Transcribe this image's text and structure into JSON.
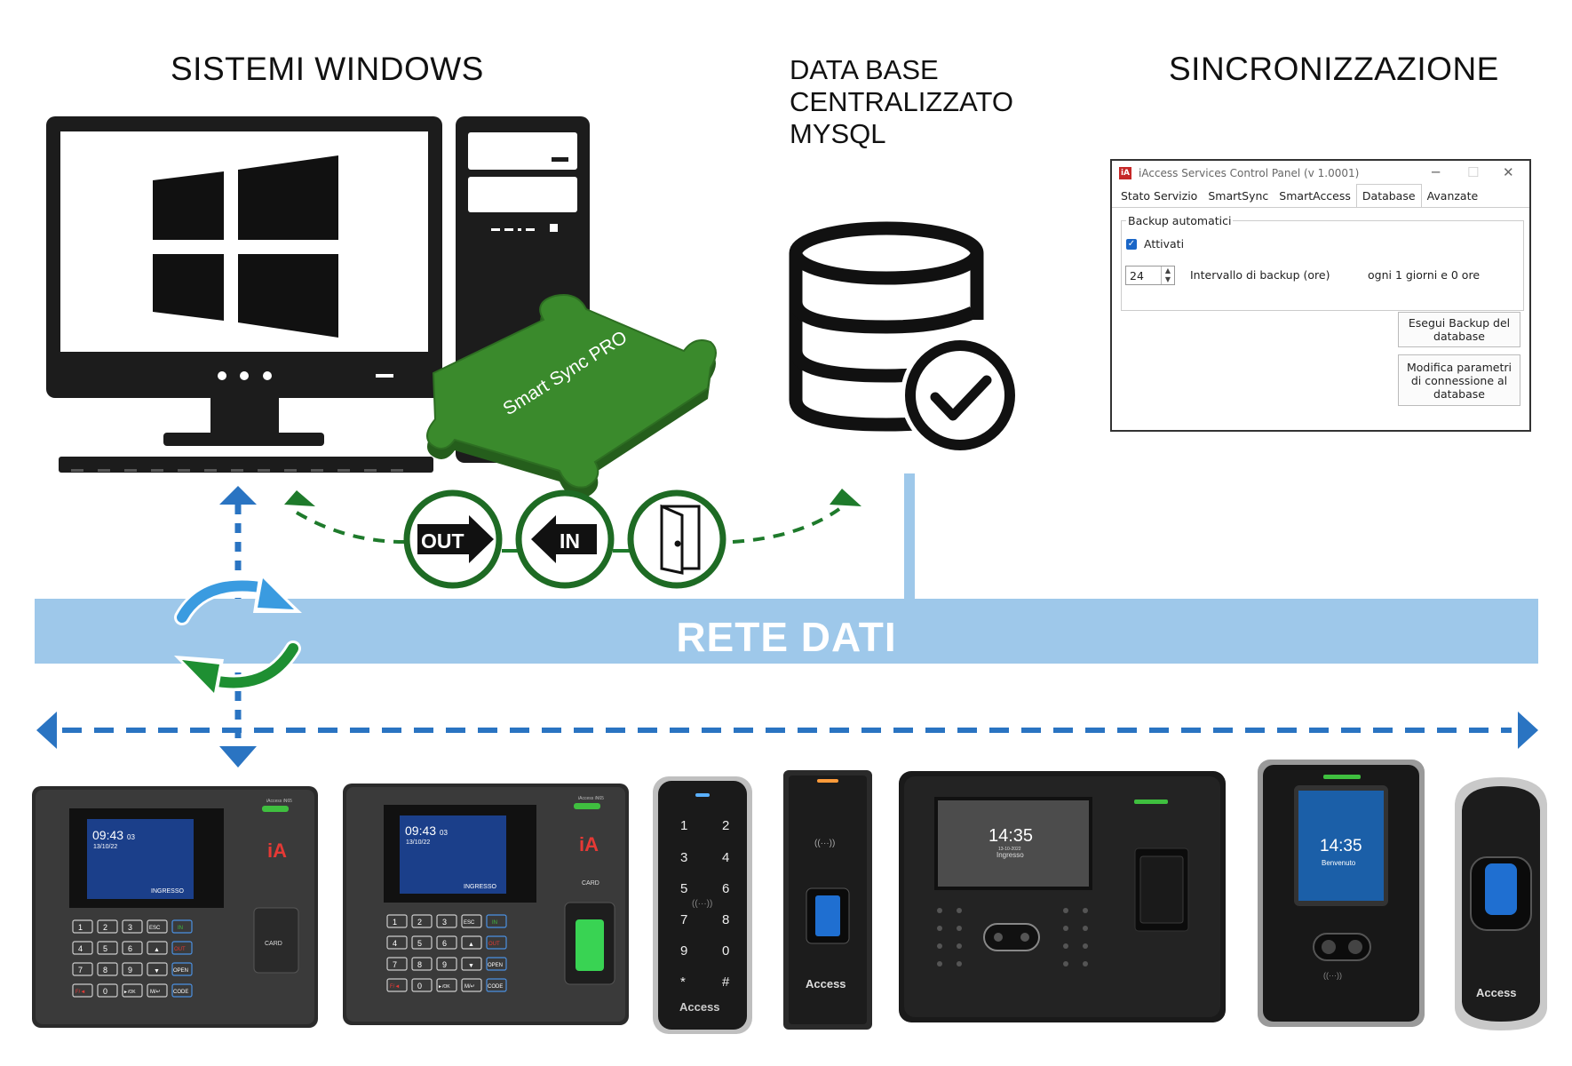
{
  "titles": {
    "windows": "SISTEMI WINDOWS",
    "database_lines": [
      "DATA BASE",
      "CENTRALIZZATO",
      "MYSQL"
    ],
    "sync": "SINCRONIZZAZIONE"
  },
  "puzzle_label": "Smart Sync PRO",
  "event_badges": {
    "out": "OUT",
    "in": "IN"
  },
  "network_label": "RETE DATI",
  "colors": {
    "network_band": "#9ec8ea",
    "blue_arrow": "#2a74c2",
    "green_arrow": "#1e7a2b",
    "puzzle_green": "#3a8a2c",
    "badge_green": "#1e6b24"
  },
  "control_panel": {
    "title": "iAccess Services Control Panel (v 1.0001)",
    "tabs": [
      "Stato Servizio",
      "SmartSync",
      "SmartAccess",
      "Database",
      "Avanzate"
    ],
    "active_tab": "Database",
    "group_label": "Backup automatici",
    "checkbox_label": "Attivati",
    "interval_value": "24",
    "interval_label": "Intervallo di backup (ore)",
    "interval_summary": "ogni 1 giorni e 0 ore",
    "buttons": {
      "backup_line1": "Esegui Backup del",
      "backup_line2": "database",
      "modify_line1": "Modifica parametri",
      "modify_line2": "di connessione al",
      "modify_line3": "database"
    }
  },
  "devices": {
    "terminal1": {
      "time": "09:43",
      "sec": "03",
      "date": "13/10/22",
      "status": "INGRESSO",
      "brand": "iA",
      "model": "iAccess iN65"
    },
    "terminal2": {
      "time": "09:43",
      "sec": "03",
      "date": "13/10/22",
      "status": "INGRESSO",
      "brand": "iA",
      "model": "iAccess iN65"
    },
    "keypad_keys": [
      "1",
      "2",
      "3",
      "4",
      "5",
      "6",
      "7",
      "8",
      "9",
      "0",
      "*",
      "#"
    ],
    "keys_terminal": [
      "1",
      "2",
      "3",
      "ESC",
      "IN",
      "4",
      "5",
      "6",
      "▲",
      "OUT",
      "7",
      "8",
      "9",
      "▼",
      "OPEN",
      "F/◄",
      "0",
      "►/OK",
      "M/↵",
      "CODE"
    ],
    "card_label": "CARD",
    "access_brand": "Access",
    "face1": {
      "time": "14:35",
      "sub1": "13-10-2022",
      "sub2": "Ingresso"
    },
    "face2": {
      "time": "14:35",
      "status": "Benvenuto"
    }
  }
}
